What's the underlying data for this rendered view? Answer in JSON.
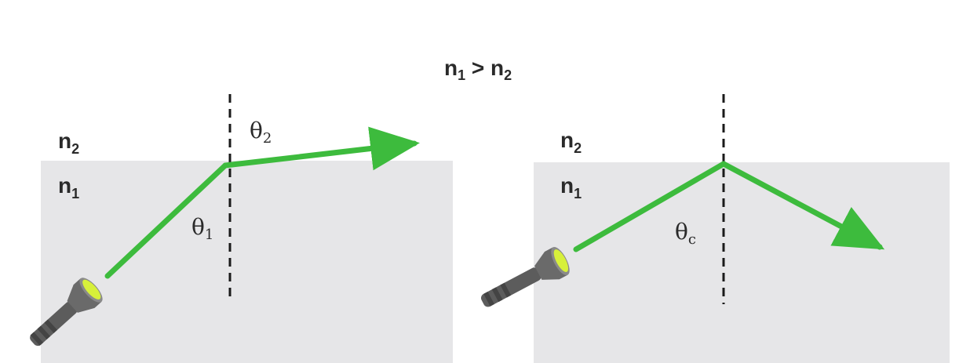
{
  "title": {
    "n1": "n",
    "n1_sub": "1",
    "gt": " > ",
    "n2": "n",
    "n2_sub": "2"
  },
  "left_panel": {
    "medium_top": {
      "base": "n",
      "sub": "2"
    },
    "medium_bottom": {
      "base": "n",
      "sub": "1"
    },
    "angle_incident": {
      "base": "θ",
      "sub": "1"
    },
    "angle_refracted": {
      "base": "θ",
      "sub": "2"
    }
  },
  "right_panel": {
    "medium_top": {
      "base": "n",
      "sub": "2"
    },
    "medium_bottom": {
      "base": "n",
      "sub": "1"
    },
    "angle_critical": {
      "base": "θ",
      "sub": "c"
    }
  },
  "colors": {
    "ray": "#3dbb3d",
    "medium_fill": "#e6e6e8",
    "flashlight_body": "#5c5c5c",
    "flashlight_lens": "#d7f03a",
    "normal_line": "#1a1a1a"
  },
  "icons": [
    "flashlight-icon",
    "arrow-head-icon"
  ]
}
